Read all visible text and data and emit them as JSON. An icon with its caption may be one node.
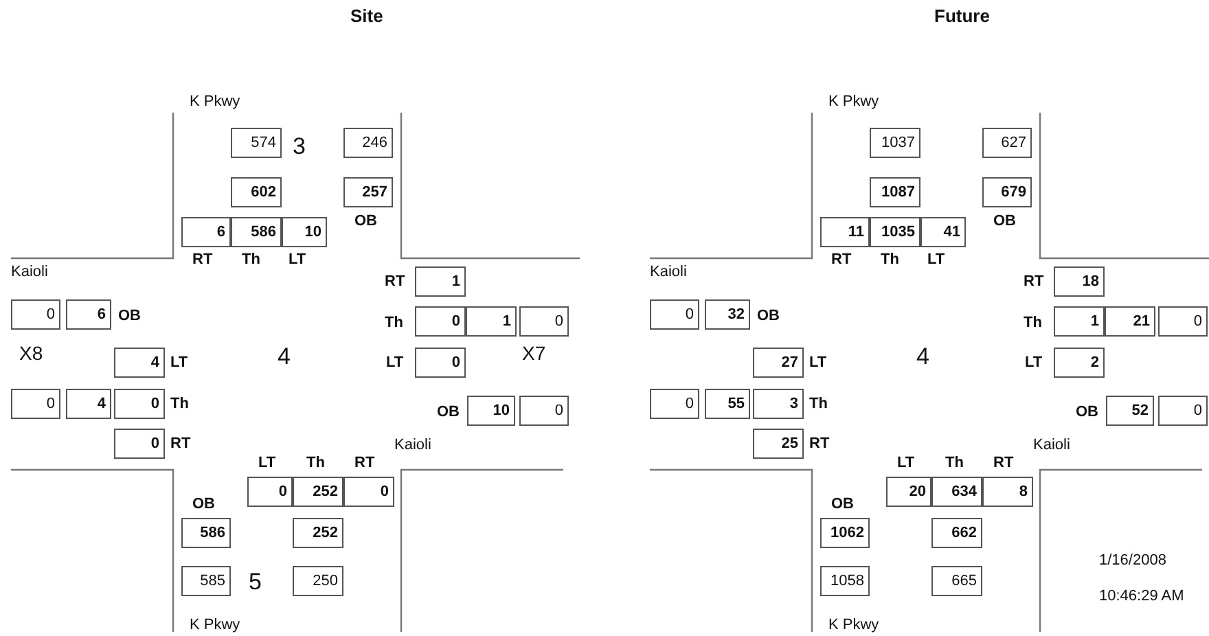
{
  "diagram": {
    "nodes": [
      {
        "text": [
          "574"
        ]
      },
      {
        "text": [
          "246"
        ]
      },
      {
        "text": [
          "602"
        ]
      },
      {
        "text": [
          "257"
        ]
      },
      {
        "text": [
          "6"
        ]
      },
      {
        "text": [
          "586"
        ]
      },
      {
        "text": [
          "10"
        ]
      },
      {
        "text": [
          "0"
        ]
      },
      {
        "text": [
          "6"
        ]
      },
      {
        "text": [
          "1"
        ]
      },
      {
        "text": [
          "0"
        ]
      },
      {
        "text": [
          "1"
        ]
      },
      {
        "text": [
          "0"
        ]
      },
      {
        "text": [
          "4"
        ]
      },
      {
        "text": [
          "0"
        ]
      },
      {
        "text": [
          "0"
        ]
      },
      {
        "text": [
          "4"
        ]
      },
      {
        "text": [
          "0"
        ]
      },
      {
        "text": [
          "10"
        ]
      },
      {
        "text": [
          "0"
        ]
      },
      {
        "text": [
          "0"
        ]
      },
      {
        "text": [
          "0"
        ]
      },
      {
        "text": [
          "252"
        ]
      },
      {
        "text": [
          "0"
        ]
      },
      {
        "text": [
          "586"
        ]
      },
      {
        "text": [
          "252"
        ]
      },
      {
        "text": [
          "585"
        ]
      },
      {
        "text": [
          "250"
        ]
      },
      {
        "text": [
          "1037"
        ]
      },
      {
        "text": [
          "627"
        ]
      },
      {
        "text": [
          "1087"
        ]
      },
      {
        "text": [
          "679"
        ]
      },
      {
        "text": [
          "11"
        ]
      },
      {
        "text": [
          "1035"
        ]
      },
      {
        "text": [
          "41"
        ]
      },
      {
        "text": [
          "0"
        ]
      },
      {
        "text": [
          "32"
        ]
      },
      {
        "text": [
          "18"
        ]
      },
      {
        "text": [
          "1"
        ]
      },
      {
        "text": [
          "21"
        ]
      },
      {
        "text": [
          "0"
        ]
      },
      {
        "text": [
          "27"
        ]
      },
      {
        "text": [
          "2"
        ]
      },
      {
        "text": [
          "0"
        ]
      },
      {
        "text": [
          "55"
        ]
      },
      {
        "text": [
          "3"
        ]
      },
      {
        "text": [
          "52"
        ]
      },
      {
        "text": [
          "0"
        ]
      },
      {
        "text": [
          "25"
        ]
      },
      {
        "text": [
          "20"
        ]
      },
      {
        "text": [
          "634"
        ]
      },
      {
        "text": [
          "8"
        ]
      },
      {
        "text": [
          "1062"
        ]
      },
      {
        "text": [
          "662"
        ]
      },
      {
        "text": [
          "1058"
        ]
      },
      {
        "text": [
          "665"
        ]
      }
    ],
    "labels": [
      "Site",
      "Future",
      "K Pkwy",
      "3",
      "OB",
      "RT",
      "Th",
      "LT",
      "Kaioli",
      "OB",
      "RT",
      "Th",
      "X8",
      "LT",
      "4",
      "LT",
      "X7",
      "Th",
      "OB",
      "RT",
      "Kaioli",
      "LT",
      "Th",
      "RT",
      "OB",
      "5",
      "K Pkwy",
      "K Pkwy",
      "OB",
      "RT",
      "Th",
      "LT",
      "Kaioli",
      "OB",
      "RT",
      "Th",
      "LT",
      "4",
      "LT",
      "Th",
      "OB",
      "RT",
      "Kaioli",
      "LT",
      "Th",
      "RT",
      "OB",
      "K Pkwy",
      "1/16/2008",
      "10:46:29 AM"
    ]
  }
}
